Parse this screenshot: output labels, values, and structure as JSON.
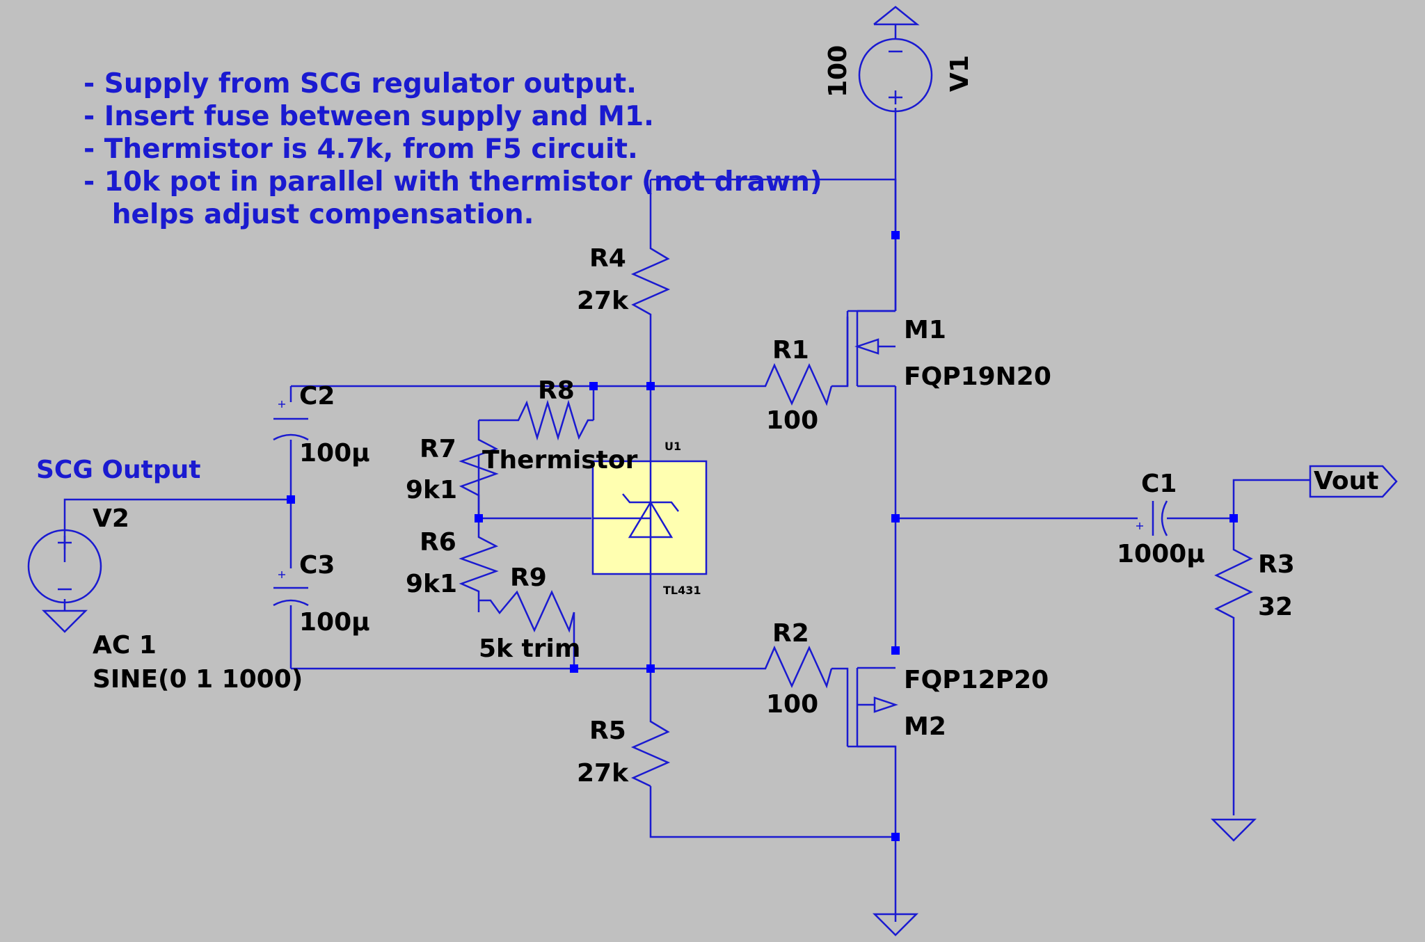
{
  "notes": [
    "- Supply from SCG regulator output.",
    "- Insert fuse between supply and M1.",
    "- Thermistor is 4.7k, from F5 circuit.",
    "- 10k pot in parallel with thermistor (not drawn)",
    "   helps adjust compensation."
  ],
  "net_labels": {
    "scg_output": "SCG Output",
    "vout": "Vout"
  },
  "components": {
    "V1": {
      "name": "V1",
      "value": "100"
    },
    "V2": {
      "name": "V2",
      "value": "AC 1",
      "value2": "SINE(0 1 1000)"
    },
    "R1": {
      "name": "R1",
      "value": "100"
    },
    "R2": {
      "name": "R2",
      "value": "100"
    },
    "R3": {
      "name": "R3",
      "value": "32"
    },
    "R4": {
      "name": "R4",
      "value": "27k"
    },
    "R5": {
      "name": "R5",
      "value": "27k"
    },
    "R6": {
      "name": "R6",
      "value": "9k1"
    },
    "R7": {
      "name": "R7",
      "value": "9k1"
    },
    "R8": {
      "name": "R8",
      "value": "Thermistor"
    },
    "R9": {
      "name": "R9",
      "value": "5k trim"
    },
    "C1": {
      "name": "C1",
      "value": "1000μ"
    },
    "C2": {
      "name": "C2",
      "value": "100μ"
    },
    "C3": {
      "name": "C3",
      "value": "100μ"
    },
    "M1": {
      "name": "M1",
      "value": "FQP19N20"
    },
    "M2": {
      "name": "M2",
      "value": "FQP12P20"
    },
    "U1": {
      "name": "U1",
      "value": "TL431"
    }
  },
  "colors": {
    "background": "#c0c0c0",
    "wire": "#1a1ad0",
    "junction": "#0000ff",
    "text": "#000000",
    "note_text": "#1a1ad0",
    "ic_fill": "#ffffb0"
  }
}
